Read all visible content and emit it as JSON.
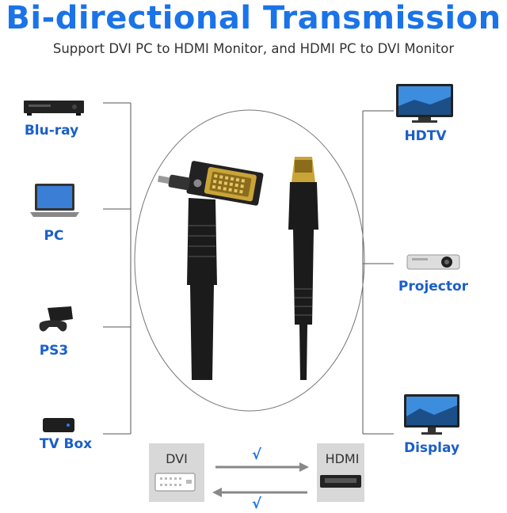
{
  "title": "Bi-directional Transmission",
  "subtitle": "Support DVI PC to HDMI Monitor, and HDMI PC to DVI Monitor",
  "left_devices": [
    {
      "label": "Blu-ray",
      "icon": "bluray-player-icon"
    },
    {
      "label": "PC",
      "icon": "laptop-icon"
    },
    {
      "label": "PS3",
      "icon": "game-console-icon"
    },
    {
      "label": "TV Box",
      "icon": "tv-box-icon"
    }
  ],
  "right_devices": [
    {
      "label": "HDTV",
      "icon": "tv-icon"
    },
    {
      "label": "Projector",
      "icon": "projector-icon"
    },
    {
      "label": "Display",
      "icon": "monitor-icon"
    }
  ],
  "connectors": {
    "dvi_label": "DVI",
    "hdmi_label": "HDMI",
    "check_top": "√",
    "check_bottom": "√"
  },
  "colors": {
    "accent": "#1a73e8",
    "label_blue": "#1a5fc8",
    "cable": "#1b1b1b",
    "gold": "#c9a437"
  }
}
